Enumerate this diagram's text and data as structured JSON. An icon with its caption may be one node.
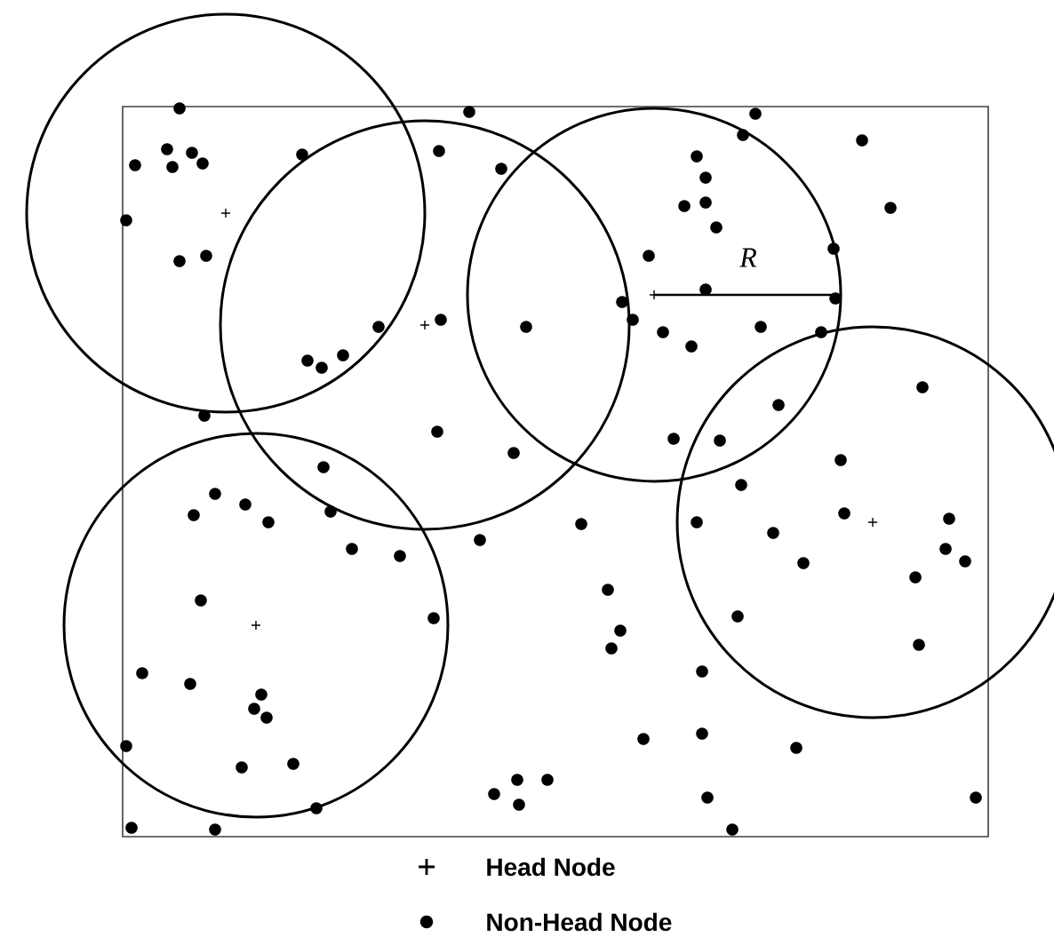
{
  "diagram": {
    "labels": [
      "R"
    ],
    "legend": [
      {
        "text": "Head Node"
      },
      {
        "text": "Non-Head Node"
      }
    ]
  }
}
